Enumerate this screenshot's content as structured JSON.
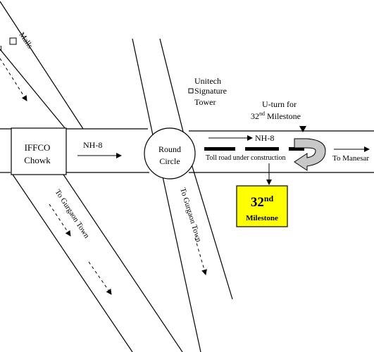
{
  "map": {
    "labels": {
      "malls": "Malls",
      "iffco_line1": "IFFCO",
      "iffco_line2": "Chowk",
      "nh8_left": "NH-8",
      "round_line1": "Round",
      "round_line2": "Circle",
      "unitech_line1": "Unitech",
      "unitech_line2": "Signature",
      "unitech_line3": "Tower",
      "uturn_line1": "U-turn for",
      "uturn_num": "32",
      "uturn_sup": "nd",
      "uturn_rest": " Milestone",
      "nh8_right": "NH-8",
      "toll_road": "Toll road under construction",
      "to_manesar": "To Manesar",
      "gurgaon_left": "To Gurgaon Town",
      "gurgaon_mid": "To Gurgaon Town",
      "milestone_num": "32",
      "milestone_sup": "nd",
      "milestone_word": "Milestone"
    },
    "colors": {
      "line": "#000000",
      "milestone_box": "#ffff00",
      "uturn_arrow": "#c8c8c8"
    }
  }
}
